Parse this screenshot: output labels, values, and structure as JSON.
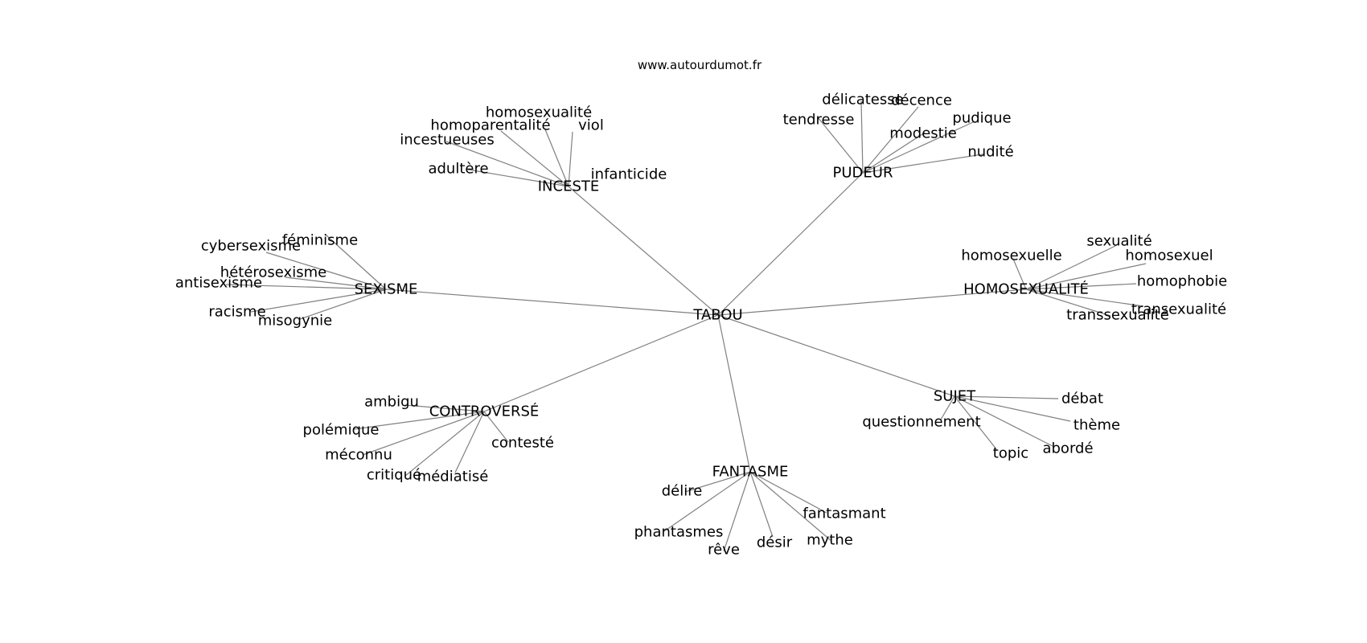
{
  "header": {
    "site": "www.autourdumot.fr"
  },
  "graph": {
    "center": "TABOU",
    "clusters": [
      {
        "label": "INCESTE",
        "words": [
          "homosexualité",
          "homoparentalité",
          "viol",
          "incestueuses",
          "adultère",
          "infanticide"
        ]
      },
      {
        "label": "PUDEUR",
        "words": [
          "délicatesse",
          "décence",
          "tendresse",
          "pudique",
          "modestie",
          "nudité"
        ]
      },
      {
        "label": "SEXISME",
        "words": [
          "féminisme",
          "cybersexisme",
          "hétérosexisme",
          "antisexisme",
          "racisme",
          "misogynie"
        ]
      },
      {
        "label": "HOMOSEXUALITÉ",
        "words": [
          "sexualité",
          "homosexuelle",
          "homosexuel",
          "homophobie",
          "transexualité",
          "transsexualité"
        ]
      },
      {
        "label": "CONTROVERSÉ",
        "words": [
          "ambigu",
          "polémique",
          "méconnu",
          "critiqué",
          "médiatisé",
          "contesté"
        ]
      },
      {
        "label": "SUJET",
        "words": [
          "débat",
          "questionnement",
          "thème",
          "topic",
          "abordé"
        ]
      },
      {
        "label": "FANTASME",
        "words": [
          "délire",
          "phantasmes",
          "rêve",
          "désir",
          "fantasmant",
          "mythe"
        ]
      }
    ]
  }
}
